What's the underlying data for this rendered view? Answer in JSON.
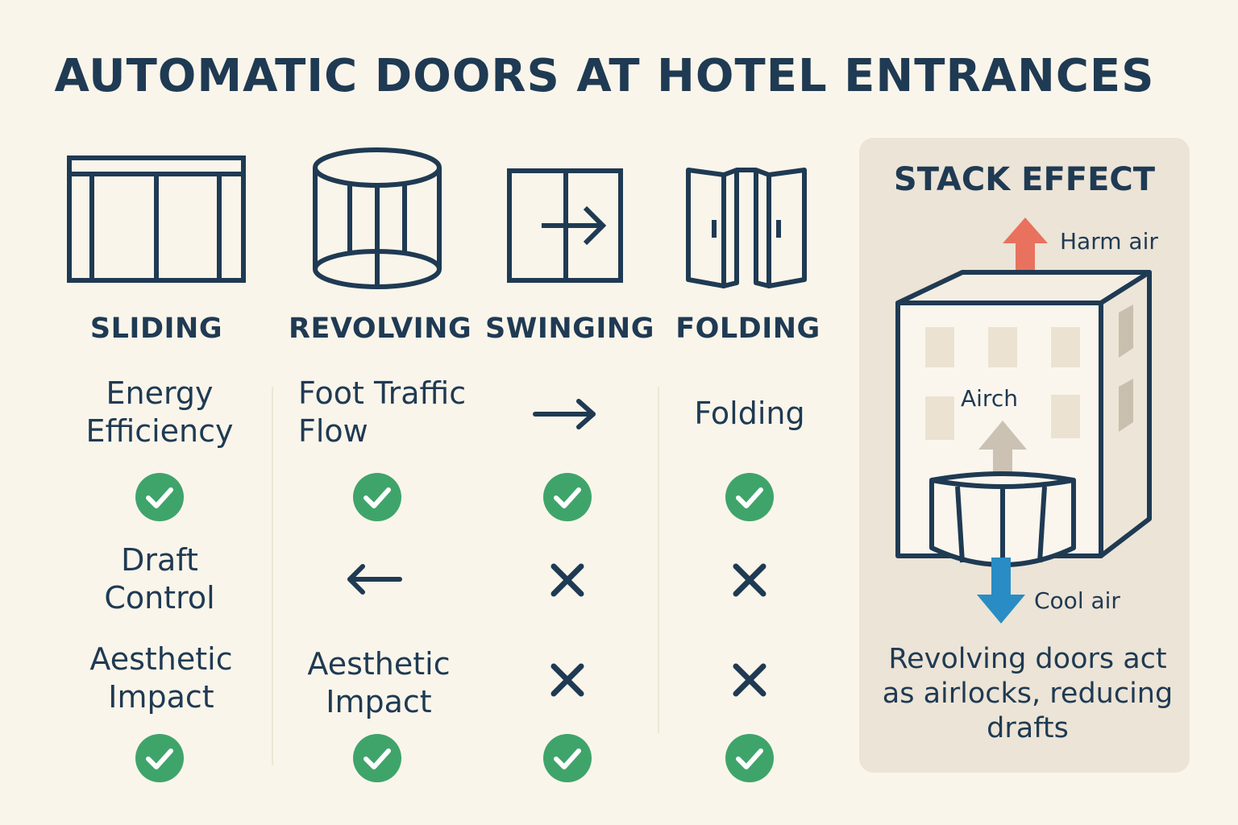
{
  "title": "AUTOMATIC DOORS AT HOTEL ENTRANCES",
  "doors": [
    {
      "label": "SLIDING",
      "icon": "sliding-door-icon"
    },
    {
      "label": "REVOLVING",
      "icon": "revolving-door-icon"
    },
    {
      "label": "SWINGING",
      "icon": "swinging-door-icon"
    },
    {
      "label": "FOLDING",
      "icon": "folding-door-icon"
    }
  ],
  "rows": {
    "row1": {
      "sliding": "Energy Efficiency",
      "revolving": "Foot Traffic Flow",
      "swinging": "arrow-right",
      "folding": "Folding"
    },
    "row2": {
      "sliding": "check",
      "revolving": "check",
      "swinging": "check",
      "folding": "check"
    },
    "row3": {
      "sliding": "Draft Control",
      "revolving": "arrow-left",
      "swinging": "cross",
      "folding": "cross"
    },
    "row4": {
      "sliding": "Aesthetic Impact",
      "revolving": "Aesthetic Impact",
      "swinging": "cross",
      "folding": "cross"
    },
    "row5": {
      "sliding": "check",
      "revolving": "check",
      "swinging": "check",
      "folding": "check"
    }
  },
  "stack_effect": {
    "title": "STACK EFFECT",
    "warm_label": "Harm air",
    "inside_label": "Airch",
    "cool_label": "Cool air",
    "caption": "Revolving doors act as airlocks, reducing drafts"
  },
  "colors": {
    "navy": "#1f3a53",
    "check_green": "#3fa46a",
    "warm_arrow": "#e8725e",
    "cool_arrow": "#2a8cc4",
    "background": "#faf5ea",
    "panel": "#ece4d6"
  }
}
